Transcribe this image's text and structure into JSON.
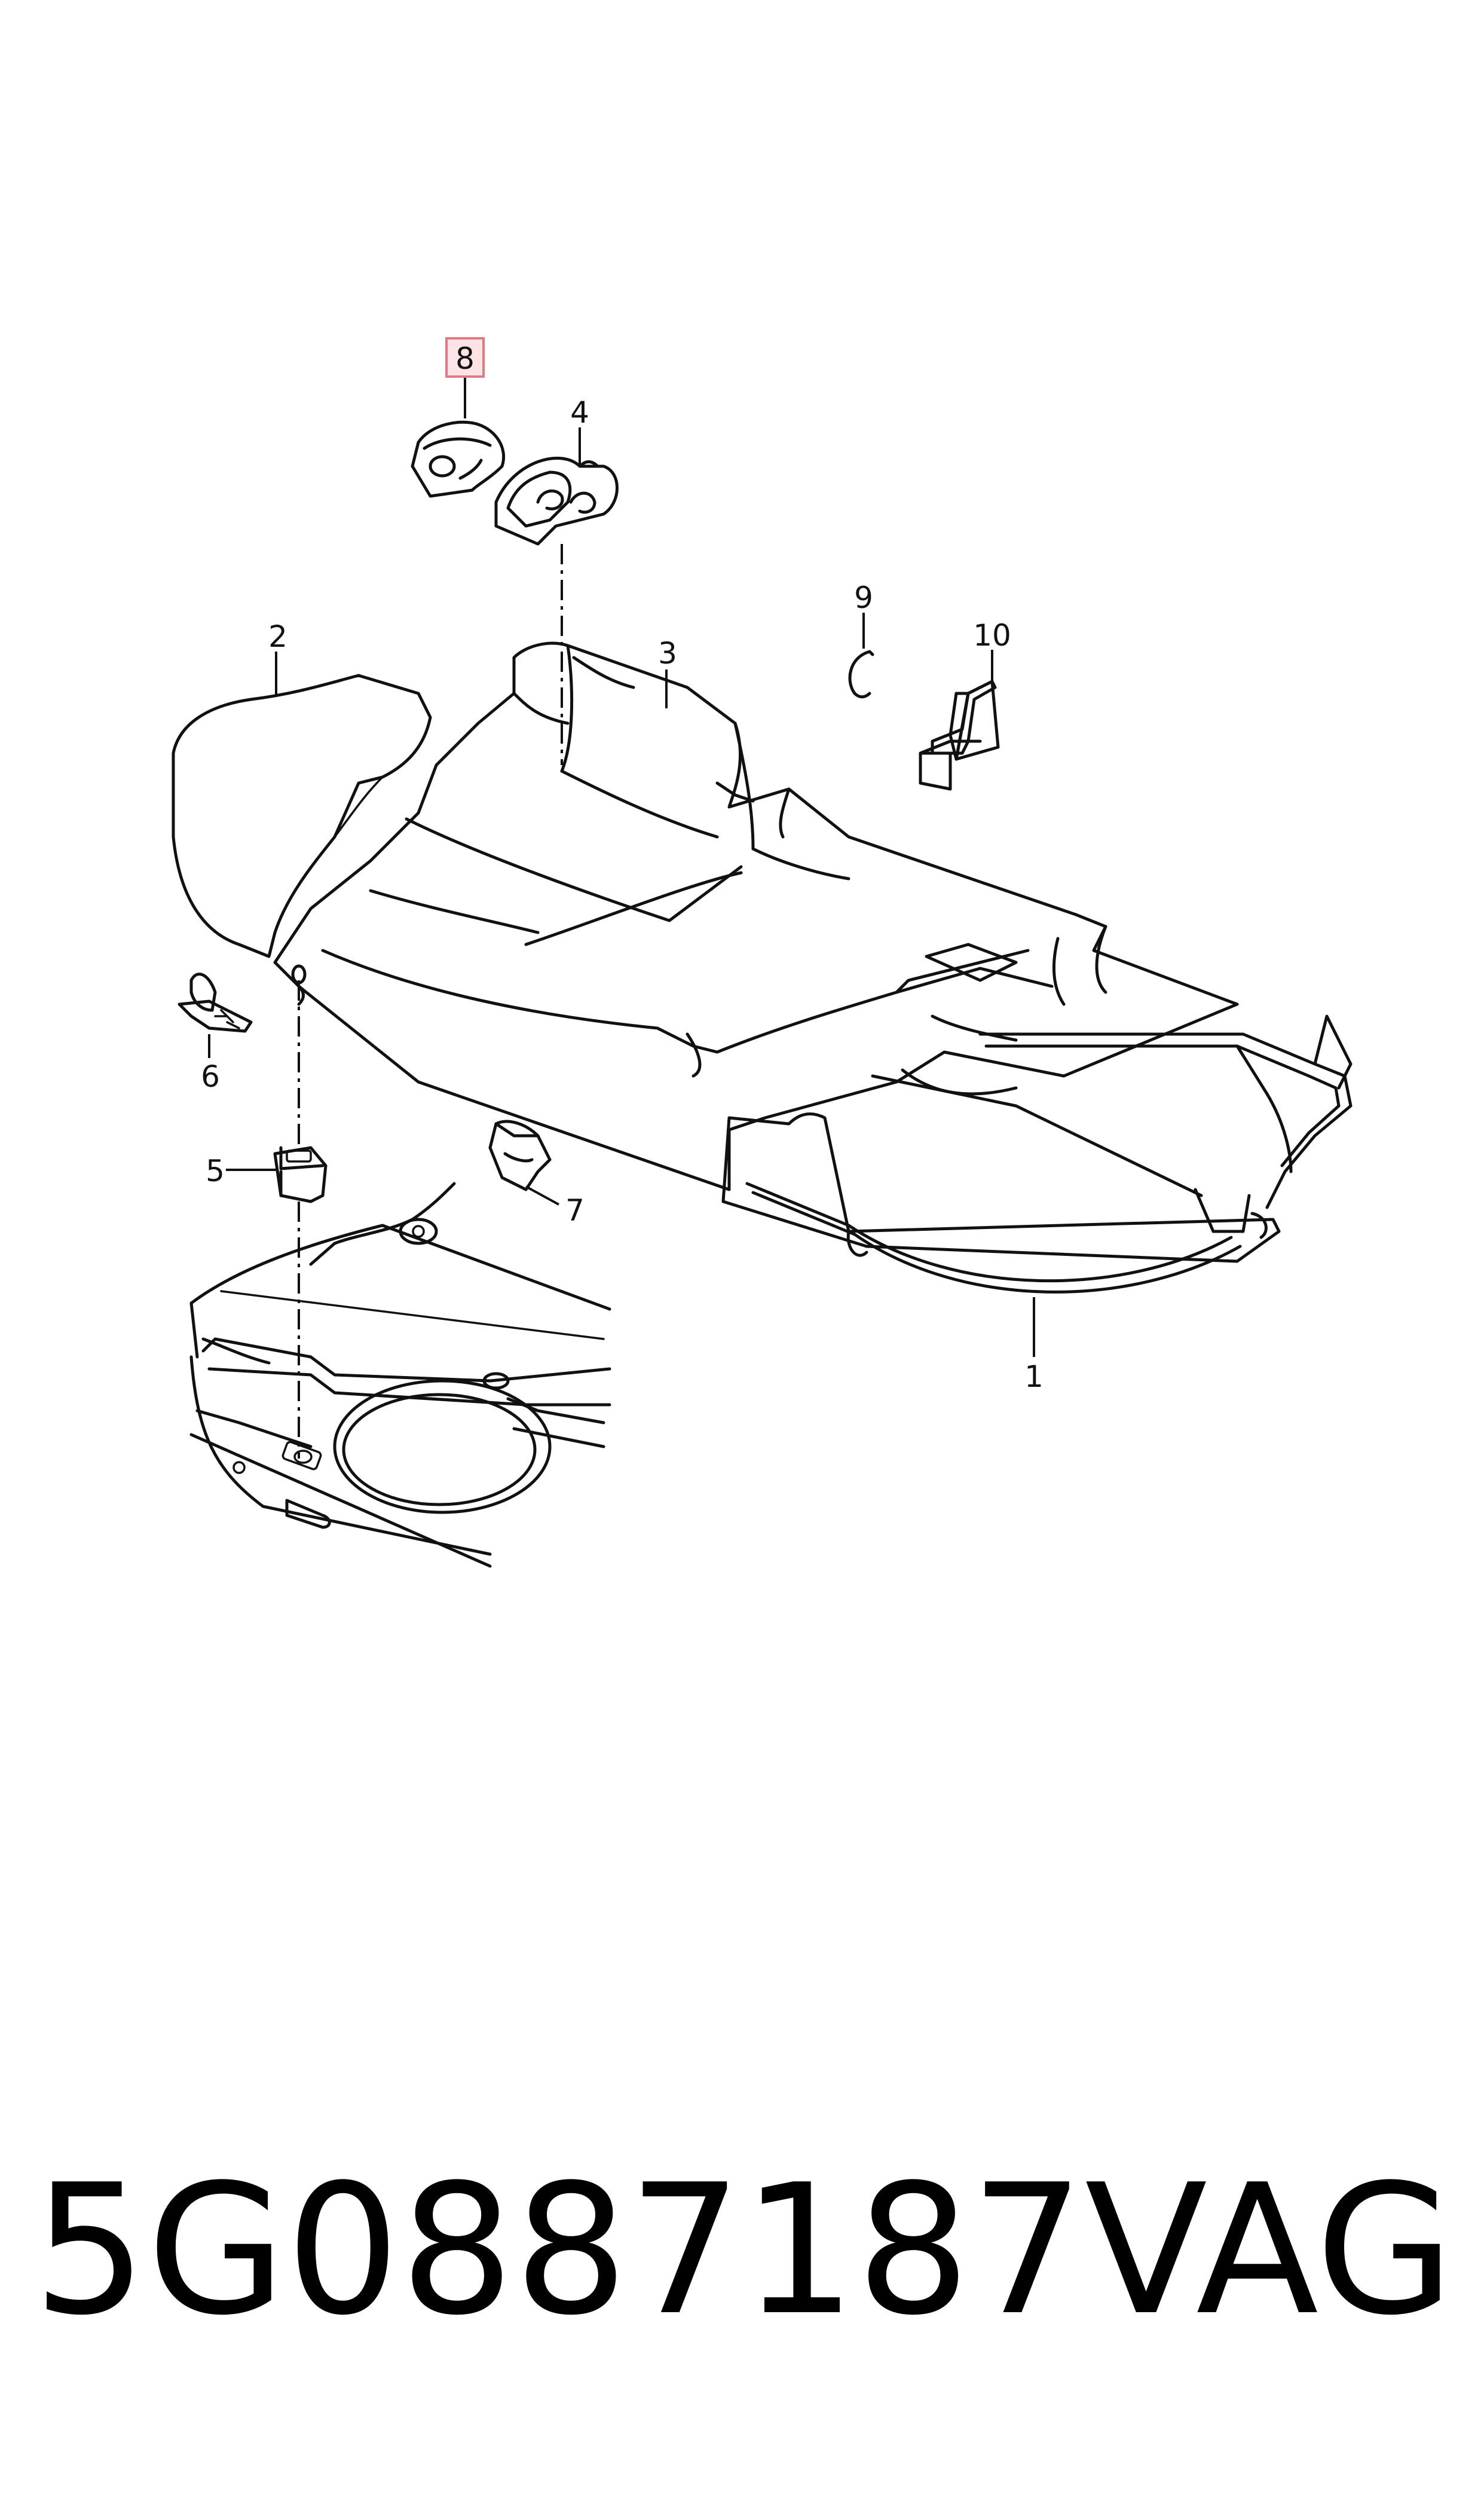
{
  "callouts": [
    {
      "id": "1",
      "label": "1"
    },
    {
      "id": "2",
      "label": "2"
    },
    {
      "id": "3",
      "label": "3"
    },
    {
      "id": "4",
      "label": "4"
    },
    {
      "id": "5",
      "label": "5"
    },
    {
      "id": "6",
      "label": "6"
    },
    {
      "id": "7",
      "label": "7"
    },
    {
      "id": "8",
      "label": "8",
      "highlighted": true
    },
    {
      "id": "9",
      "label": "9"
    },
    {
      "id": "10",
      "label": "10"
    }
  ],
  "highlight_color": "#e07a84",
  "highlight_fill": "#fbe3e6",
  "footer": {
    "part_number": "5G0887187",
    "brand": "VAG"
  }
}
